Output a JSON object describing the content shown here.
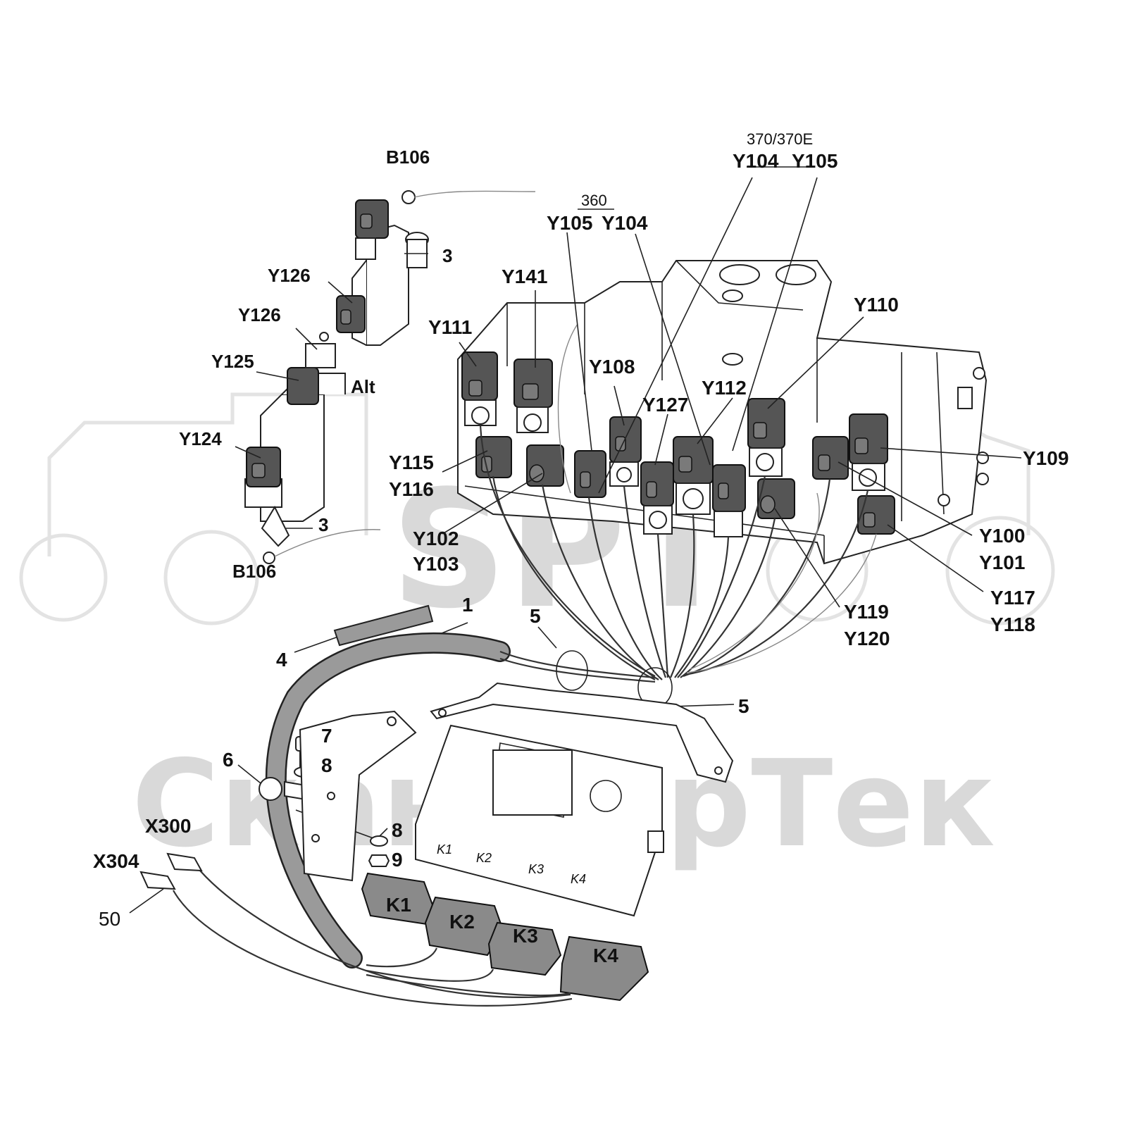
{
  "labels": {
    "variant_370": "370/370E",
    "variant_360": "360",
    "y104_a": "Y104",
    "y105_a": "Y105",
    "y105_b": "Y105",
    "y104_b": "Y104",
    "b106_top": "B106",
    "b106_bottom": "B106",
    "n3_top": "3",
    "n3_bottom": "3",
    "y126_a": "Y126",
    "y126_b": "Y126",
    "y125": "Y125",
    "y124": "Y124",
    "alt": "Alt",
    "y141": "Y141",
    "y111": "Y111",
    "y110": "Y110",
    "y108": "Y108",
    "y127": "Y127",
    "y112": "Y112",
    "y115": "Y115",
    "y116": "Y116",
    "y102": "Y102",
    "y103": "Y103",
    "y109": "Y109",
    "y100": "Y100",
    "y101": "Y101",
    "y117": "Y117",
    "y118": "Y118",
    "y119": "Y119",
    "y120": "Y120",
    "n1": "1",
    "n4": "4",
    "n5_a": "5",
    "n5_b": "5",
    "n6": "6",
    "n7": "7",
    "n8_a": "8",
    "n8_b": "8",
    "n9": "9",
    "x300": "X300",
    "x304": "X304",
    "n50": "50",
    "k1": "K1",
    "k2": "K2",
    "k3": "K3",
    "k4": "K4",
    "module_k1": "K1",
    "module_k2": "K2",
    "module_k3": "K3",
    "module_k4": "K4"
  },
  "watermark": {
    "top": "SPT",
    "bottom": "СканФорТек"
  },
  "colors": {
    "coil": "#555555",
    "relay": "#8a8a8a",
    "hose": "#9a9a9a",
    "watermark": "#d9d9d9"
  }
}
